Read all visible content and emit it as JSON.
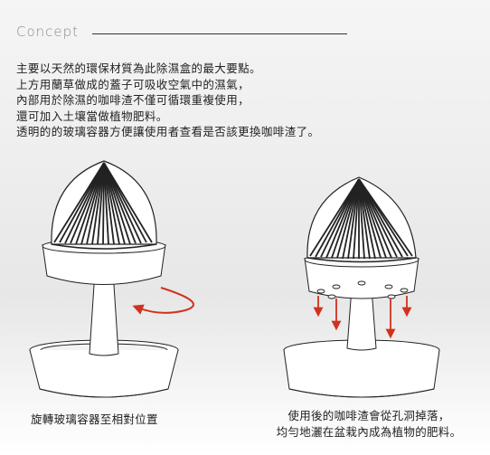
{
  "header": {
    "title": "Concept"
  },
  "paragraph": [
    "主要以天然的環保材質為此除濕盒的最大要點。",
    "上方用蘭草做成的蓋子可吸收空氣中的濕氣，",
    "內部用於除濕的咖啡渣不僅可循環重複使用，",
    "還可加入土壤當做植物肥料。",
    "透明的的玻璃容器方便讓使用者查看是否該更換咖啡渣了。"
  ],
  "captions": {
    "left": "旋轉玻璃容器至相對位置",
    "right_line1": "使用後的咖啡渣會從孔洞掉落，",
    "right_line2": "均勻地灑在盆栽內成為植物的肥料。"
  },
  "colors": {
    "accent": "#d0321e",
    "ink": "#222222",
    "rule": "#333333"
  }
}
